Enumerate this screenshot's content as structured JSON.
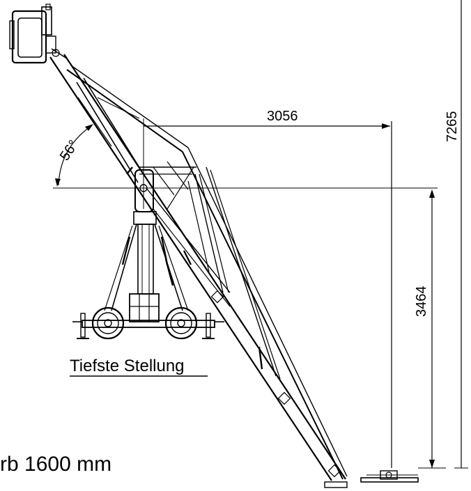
{
  "diagram": {
    "angle_label": "56°",
    "dim_horizontal": "3056",
    "dim_total_height": "7265",
    "dim_pivot_height": "3464",
    "caption": "Tiefste Stellung",
    "bottom_text": "rb  1600 mm"
  }
}
